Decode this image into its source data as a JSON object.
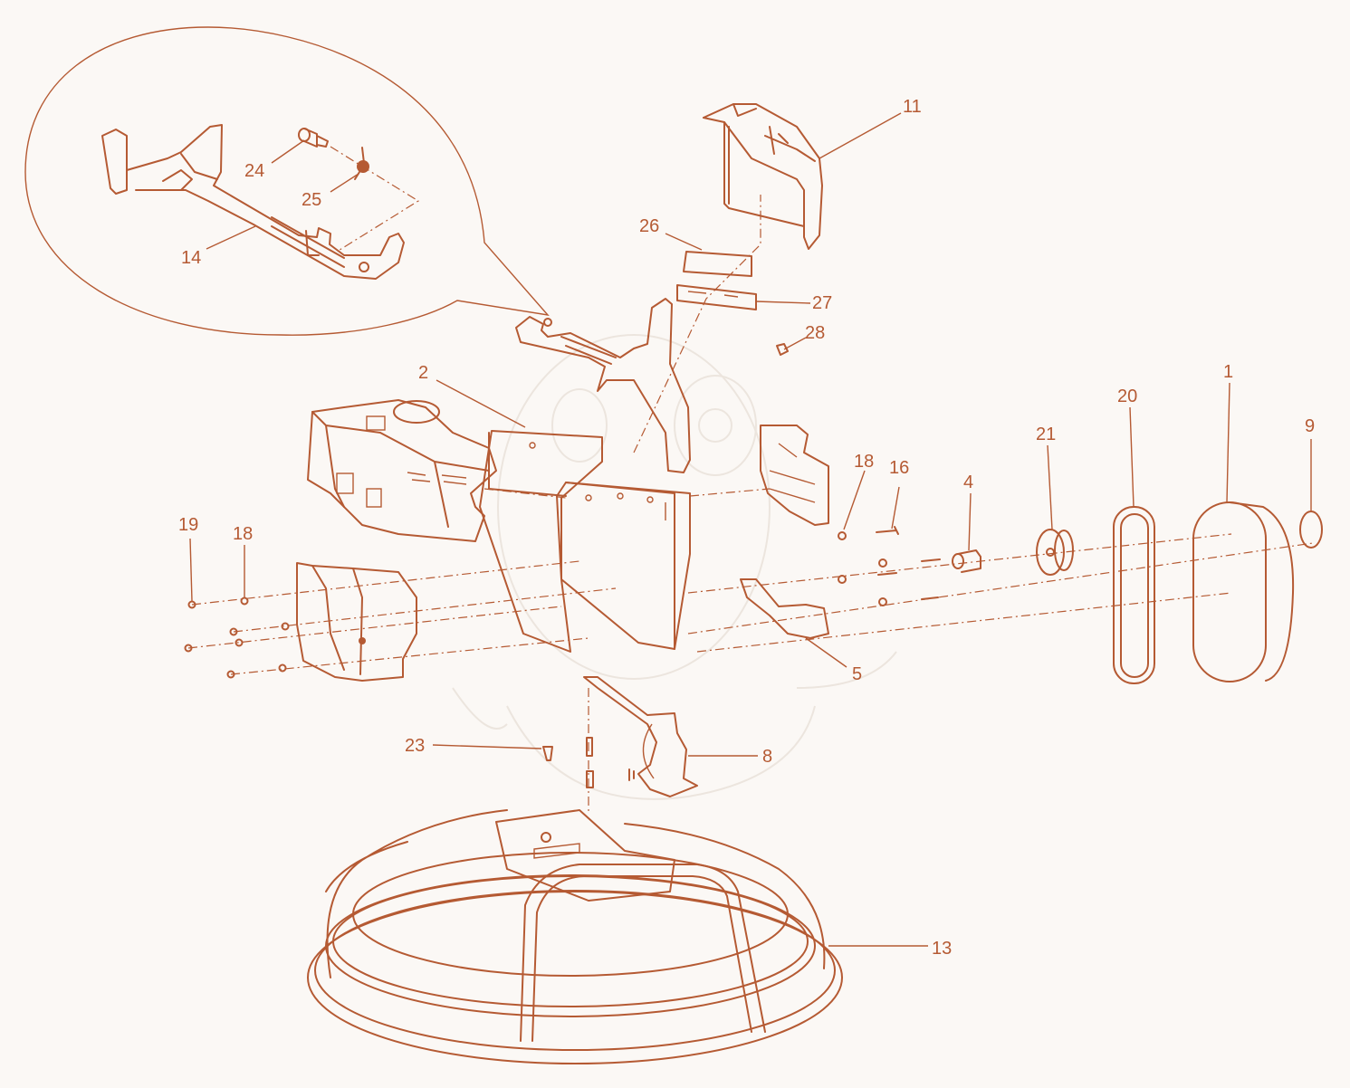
{
  "diagram": {
    "colors": {
      "line": "#b55a33",
      "background": "#fbf8f5",
      "watermark": "#ece5de"
    },
    "callouts": [
      {
        "id": "c1",
        "text": "1"
      },
      {
        "id": "c2",
        "text": "2"
      },
      {
        "id": "c4",
        "text": "4"
      },
      {
        "id": "c5",
        "text": "5"
      },
      {
        "id": "c8",
        "text": "8"
      },
      {
        "id": "c9",
        "text": "9"
      },
      {
        "id": "c11",
        "text": "11"
      },
      {
        "id": "c13",
        "text": "13"
      },
      {
        "id": "c14",
        "text": "14"
      },
      {
        "id": "c16",
        "text": "16"
      },
      {
        "id": "c18a",
        "text": "18"
      },
      {
        "id": "c18b",
        "text": "18"
      },
      {
        "id": "c19",
        "text": "19"
      },
      {
        "id": "c20",
        "text": "20"
      },
      {
        "id": "c21",
        "text": "21"
      },
      {
        "id": "c23",
        "text": "23"
      },
      {
        "id": "c24",
        "text": "24"
      },
      {
        "id": "c25",
        "text": "25"
      },
      {
        "id": "c26",
        "text": "26"
      },
      {
        "id": "c27",
        "text": "27"
      },
      {
        "id": "c28",
        "text": "28"
      }
    ]
  }
}
